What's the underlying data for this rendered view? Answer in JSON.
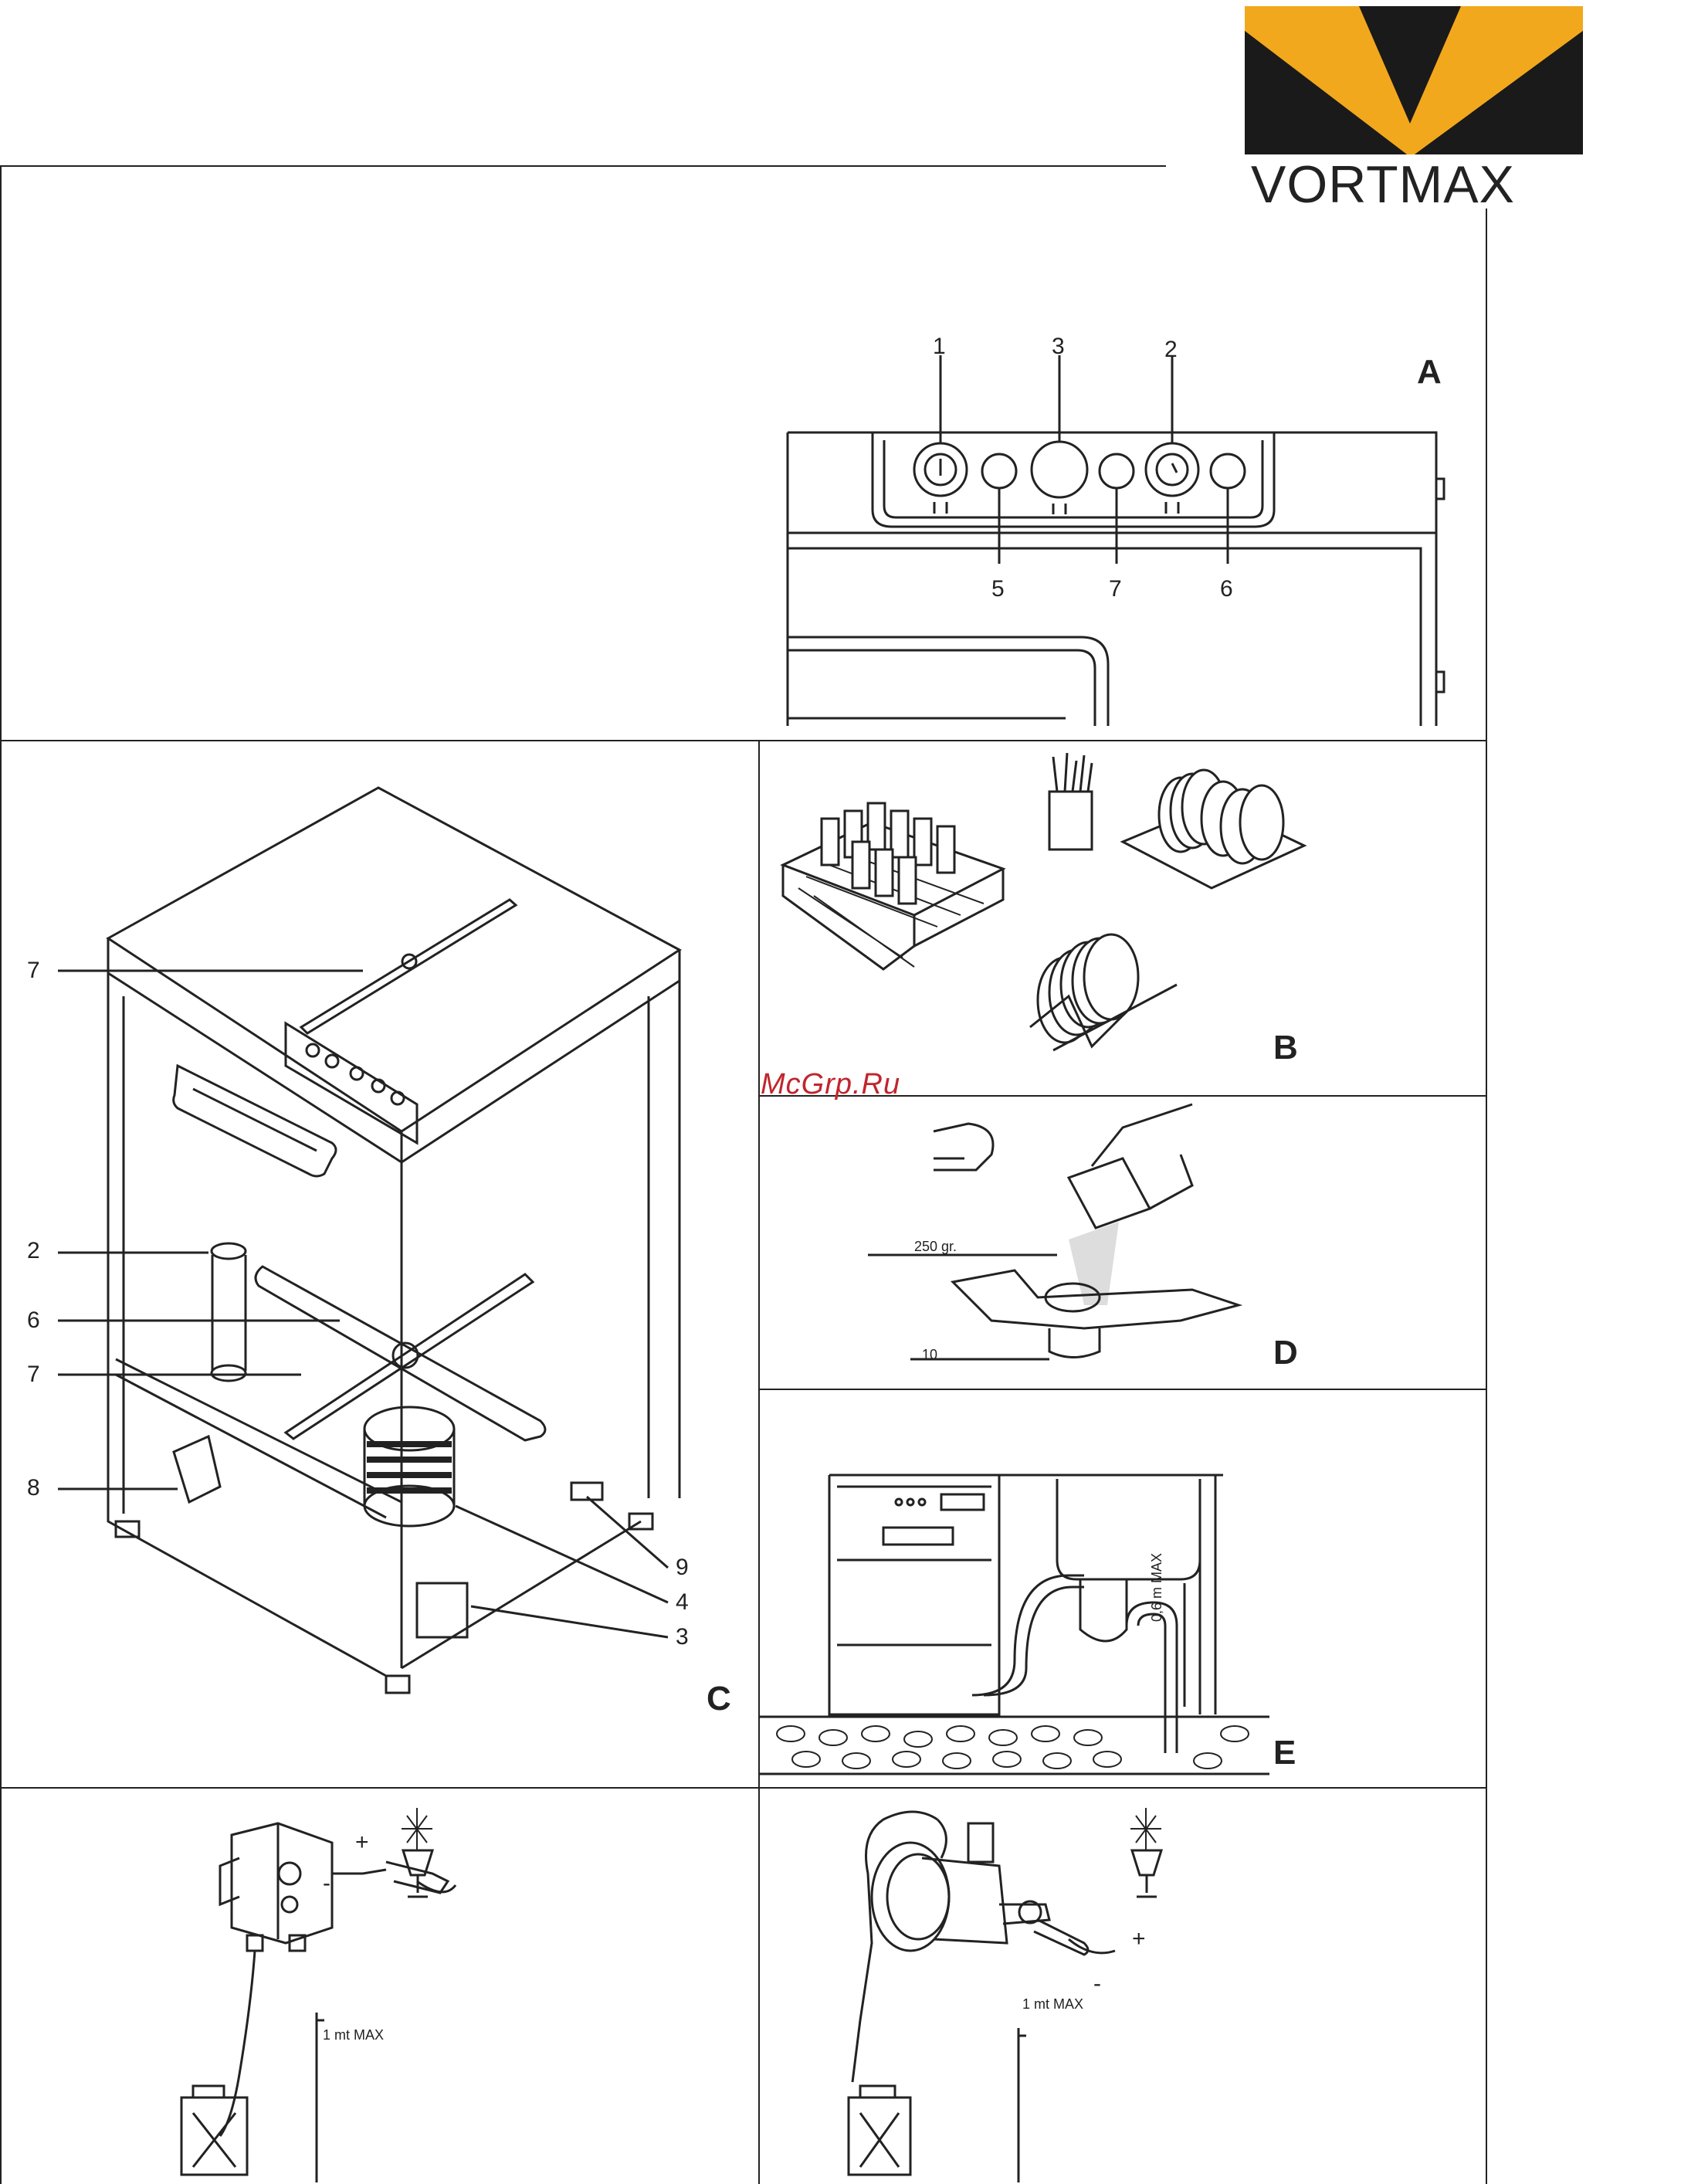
{
  "brand": {
    "name": "VORTMAX",
    "colors": {
      "orange": "#F2A81D",
      "dark": "#1A1A1A"
    }
  },
  "watermark": {
    "text": "McGrp.Ru",
    "color": "#C0262D"
  },
  "figures": {
    "A": {
      "letter": "A",
      "callouts": [
        "1",
        "3",
        "2",
        "5",
        "7",
        "6"
      ]
    },
    "B": {
      "letter": "B"
    },
    "C": {
      "letter": "C",
      "callouts": [
        "7",
        "2",
        "6",
        "7",
        "8",
        "9",
        "4",
        "3"
      ]
    },
    "D": {
      "letter": "D",
      "amount": "250 gr.",
      "callout": "10"
    },
    "E": {
      "letter": "E",
      "height_label": "0,6 m MAX"
    },
    "F": {
      "height_label": "1 mt  MAX",
      "plus": "+",
      "minus": "-"
    },
    "G": {
      "height_label": "1 mt  MAX",
      "plus": "+",
      "minus": "-"
    }
  }
}
